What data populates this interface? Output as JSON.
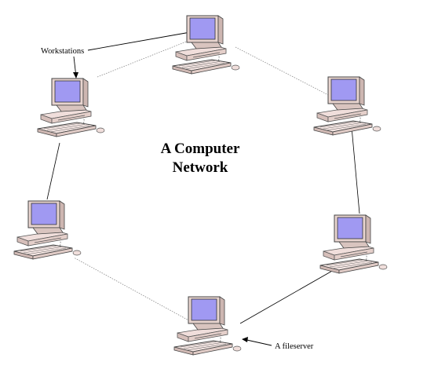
{
  "diagram": {
    "title_line1": "A Computer",
    "title_line2": "Network",
    "workstations_label": "Workstations",
    "fileserver_label": "A fileserver"
  },
  "colors": {
    "screen": "#a099f2",
    "monitor_body": "#e8d4cf",
    "cable": "#000000"
  },
  "icons": [
    "computer-icon"
  ]
}
